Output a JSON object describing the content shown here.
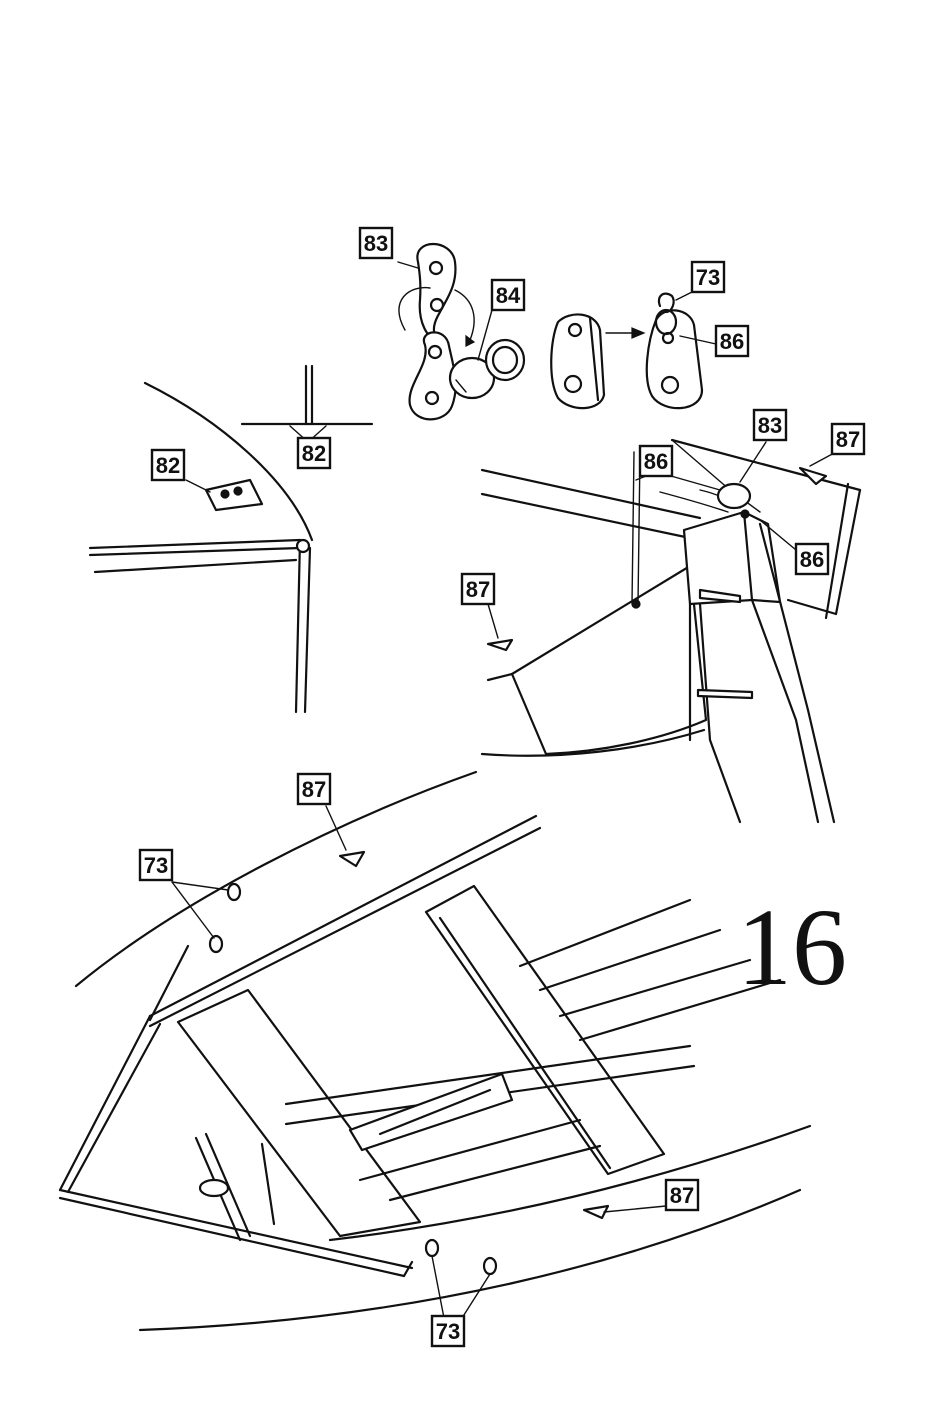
{
  "page_number": "16",
  "callouts": {
    "c83_top": "83",
    "c84": "84",
    "c73_top": "73",
    "c86_top": "86",
    "c82_a": "82",
    "c82_b": "82",
    "c86_mid": "86",
    "c83_mid": "83",
    "c87_mid_right": "87",
    "c86_mid_right": "86",
    "c87_mid_left": "87",
    "c87_low_top": "87",
    "c73_low_left": "73",
    "c87_low_right": "87",
    "c73_bottom": "73"
  }
}
